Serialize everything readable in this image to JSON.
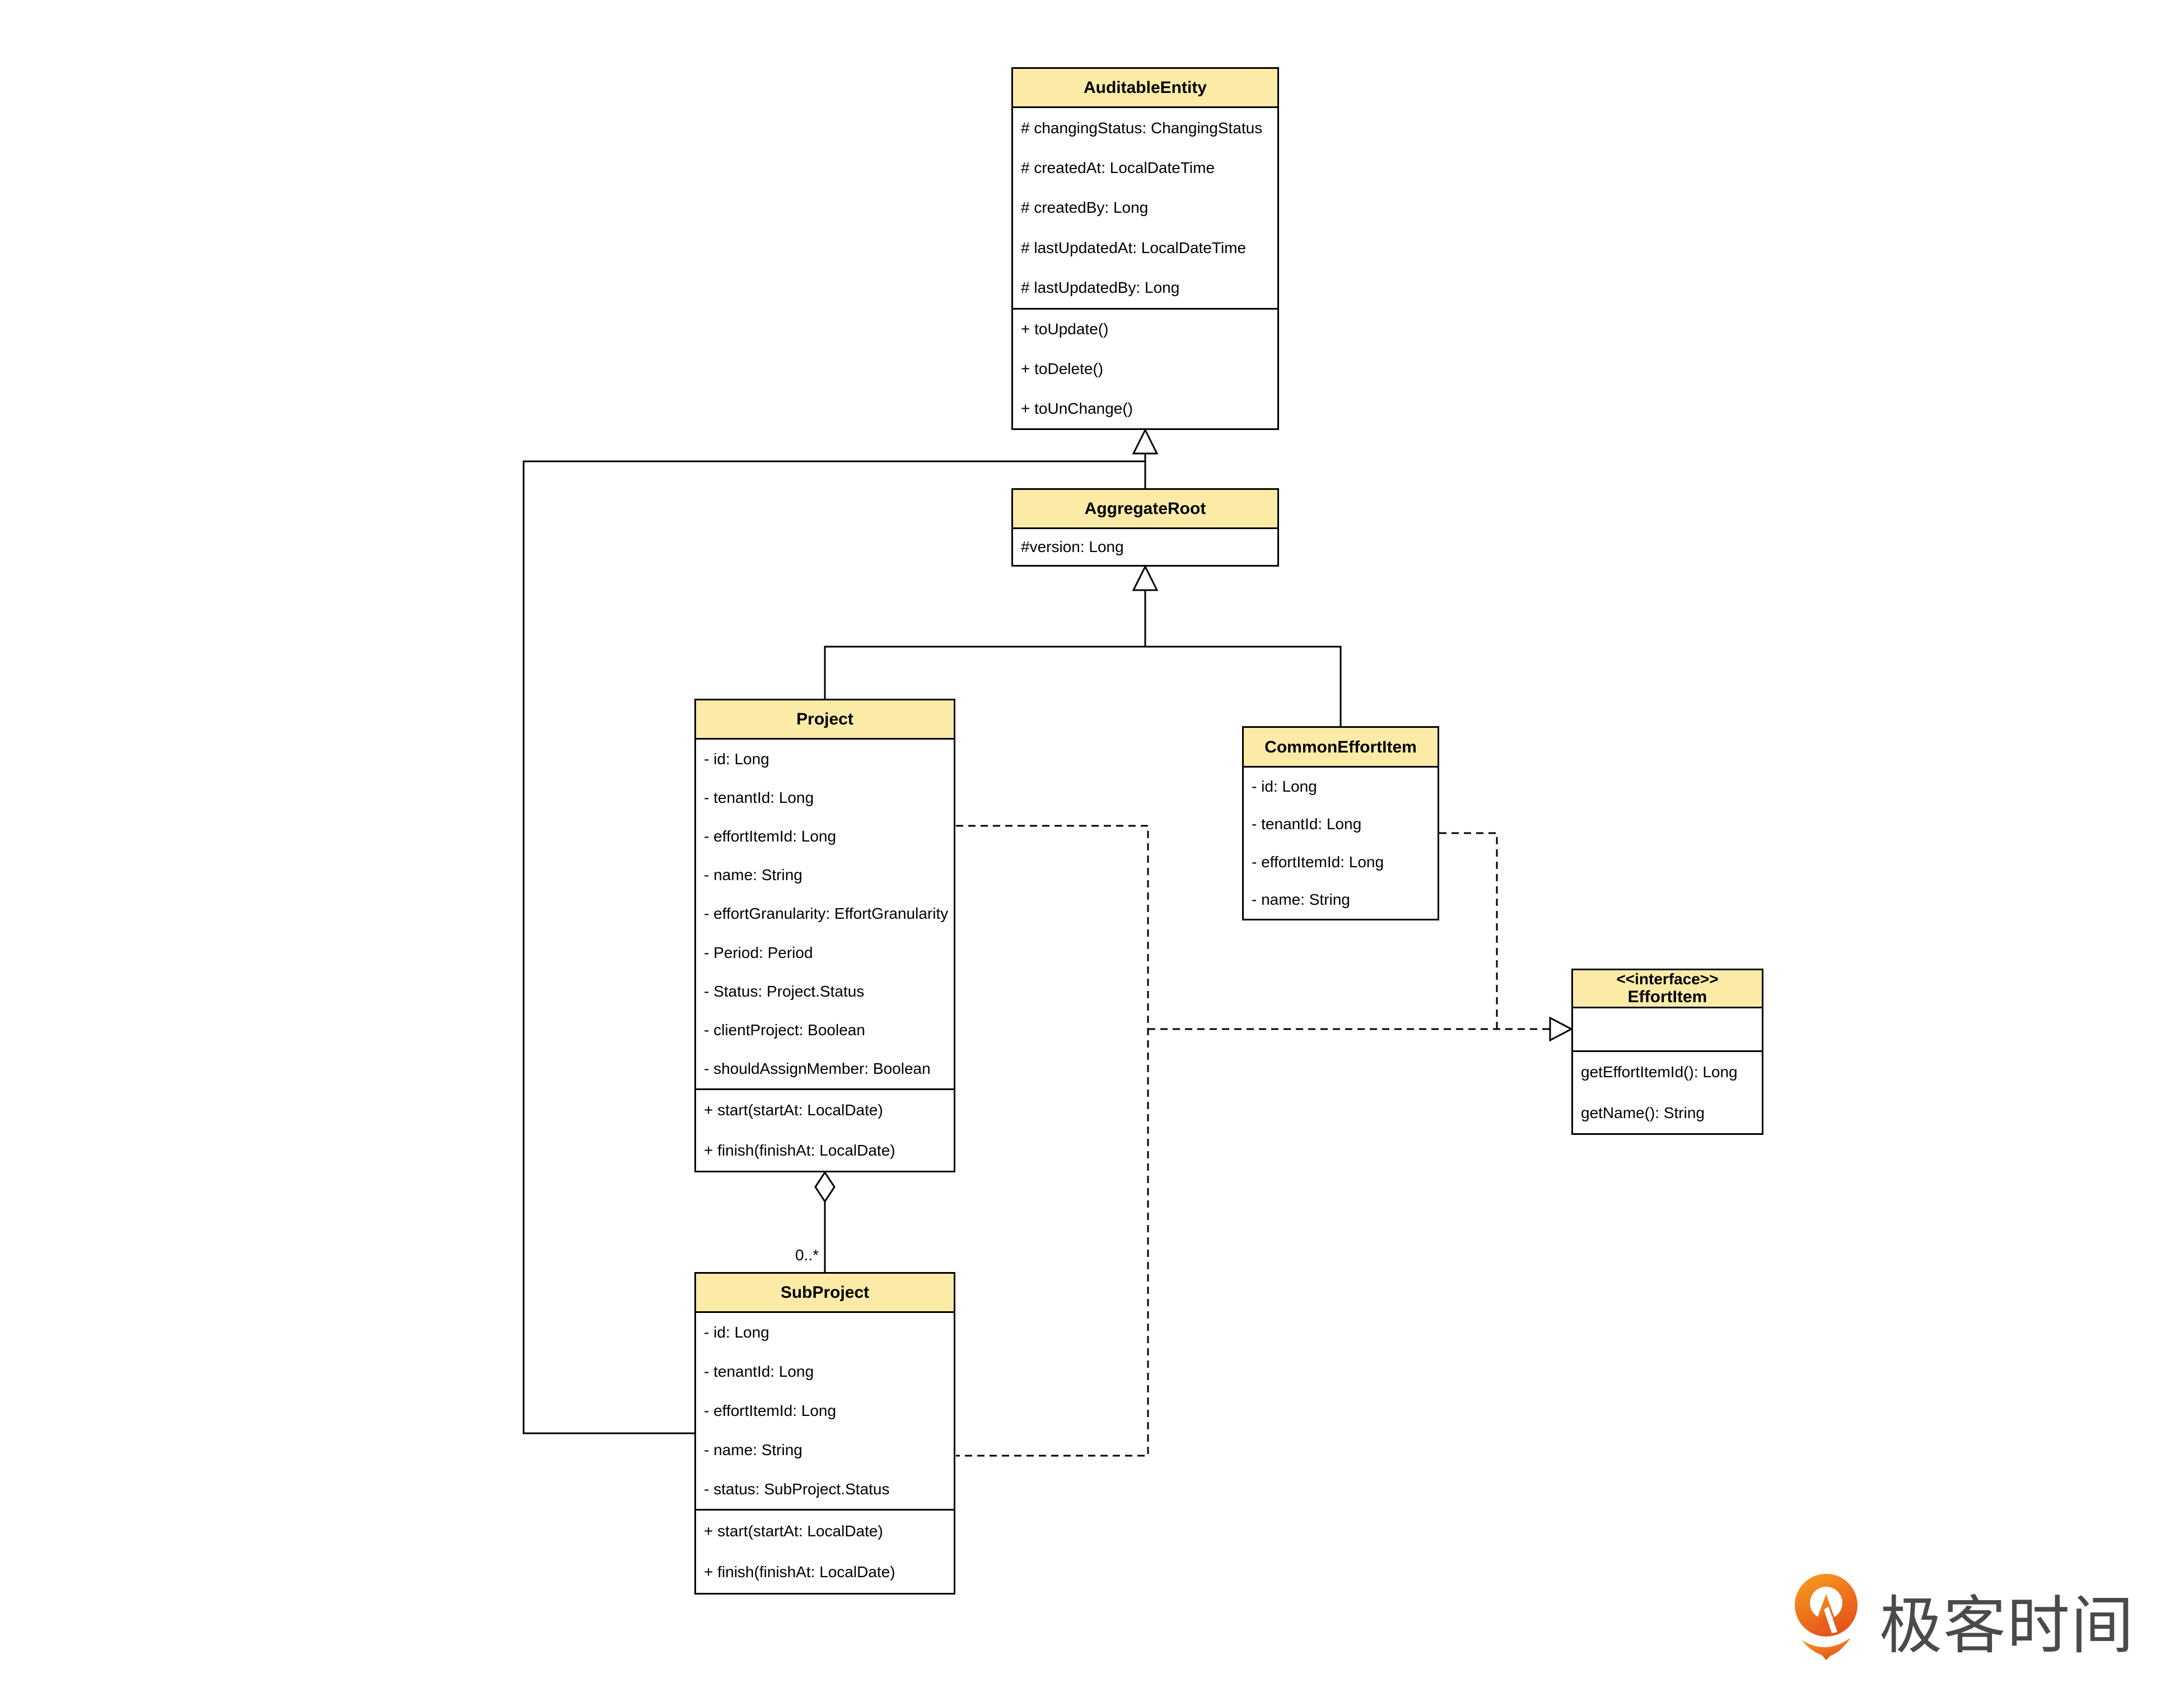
{
  "diagram": {
    "type": "uml-class-diagram",
    "colors": {
      "class_header_fill": "#FBEBA7",
      "line_color": "#000000",
      "background": "#FFFFFF"
    },
    "classes": [
      {
        "title": "AuditableEntity",
        "attributes": [
          "# changingStatus: ChangingStatus",
          "# createdAt: LocalDateTime",
          "# createdBy: Long",
          "# lastUpdatedAt: LocalDateTime",
          "# lastUpdatedBy: Long"
        ],
        "methods": [
          "+ toUpdate()",
          "+ toDelete()",
          "+ toUnChange()"
        ]
      },
      {
        "title": "AggregateRoot",
        "attributes": [
          "#version: Long"
        ],
        "methods": []
      },
      {
        "title": "Project",
        "attributes": [
          "- id: Long",
          "- tenantId: Long",
          "- effortItemId: Long",
          "- name: String",
          "- effortGranularity: EffortGranularity",
          "- Period: Period",
          "- Status: Project.Status",
          "- clientProject: Boolean",
          "- shouldAssignMember: Boolean"
        ],
        "methods": [
          "+ start(startAt: LocalDate)",
          "+ finish(finishAt: LocalDate)"
        ]
      },
      {
        "title": "CommonEffortItem",
        "attributes": [
          "- id: Long",
          "- tenantId: Long",
          "- effortItemId: Long",
          "- name: String"
        ],
        "methods": []
      },
      {
        "stereotype": "<<interface>>",
        "title": "EffortItem",
        "attributes": [],
        "methods": [
          "getEffortItemId(): Long",
          "getName(): String"
        ]
      },
      {
        "title": "SubProject",
        "attributes": [
          "- id: Long",
          "- tenantId: Long",
          "- effortItemId: Long",
          "- name: String",
          "- status: SubProject.Status"
        ],
        "methods": [
          "+ start(startAt: LocalDate)",
          "+ finish(finishAt: LocalDate)"
        ]
      }
    ],
    "relationships": [
      {
        "from": "AggregateRoot",
        "to": "AuditableEntity",
        "type": "generalization"
      },
      {
        "from": "SubProject",
        "to": "AuditableEntity",
        "type": "generalization"
      },
      {
        "from": "Project",
        "to": "AggregateRoot",
        "type": "generalization"
      },
      {
        "from": "CommonEffortItem",
        "to": "AggregateRoot",
        "type": "generalization"
      },
      {
        "from": "Project",
        "to": "SubProject",
        "type": "aggregation",
        "multiplicity": "0..*"
      },
      {
        "from": "Project",
        "to": "EffortItem",
        "type": "realization"
      },
      {
        "from": "SubProject",
        "to": "EffortItem",
        "type": "realization"
      },
      {
        "from": "CommonEffortItem",
        "to": "EffortItem",
        "type": "realization"
      }
    ],
    "labels": {
      "subproject_multiplicity": "0..*"
    }
  },
  "branding": {
    "logo_text": "极客时间",
    "logo_color_top": "#F79A1E",
    "logo_color_bottom": "#E44F1B",
    "logo_text_color": "#4A4A4C"
  }
}
